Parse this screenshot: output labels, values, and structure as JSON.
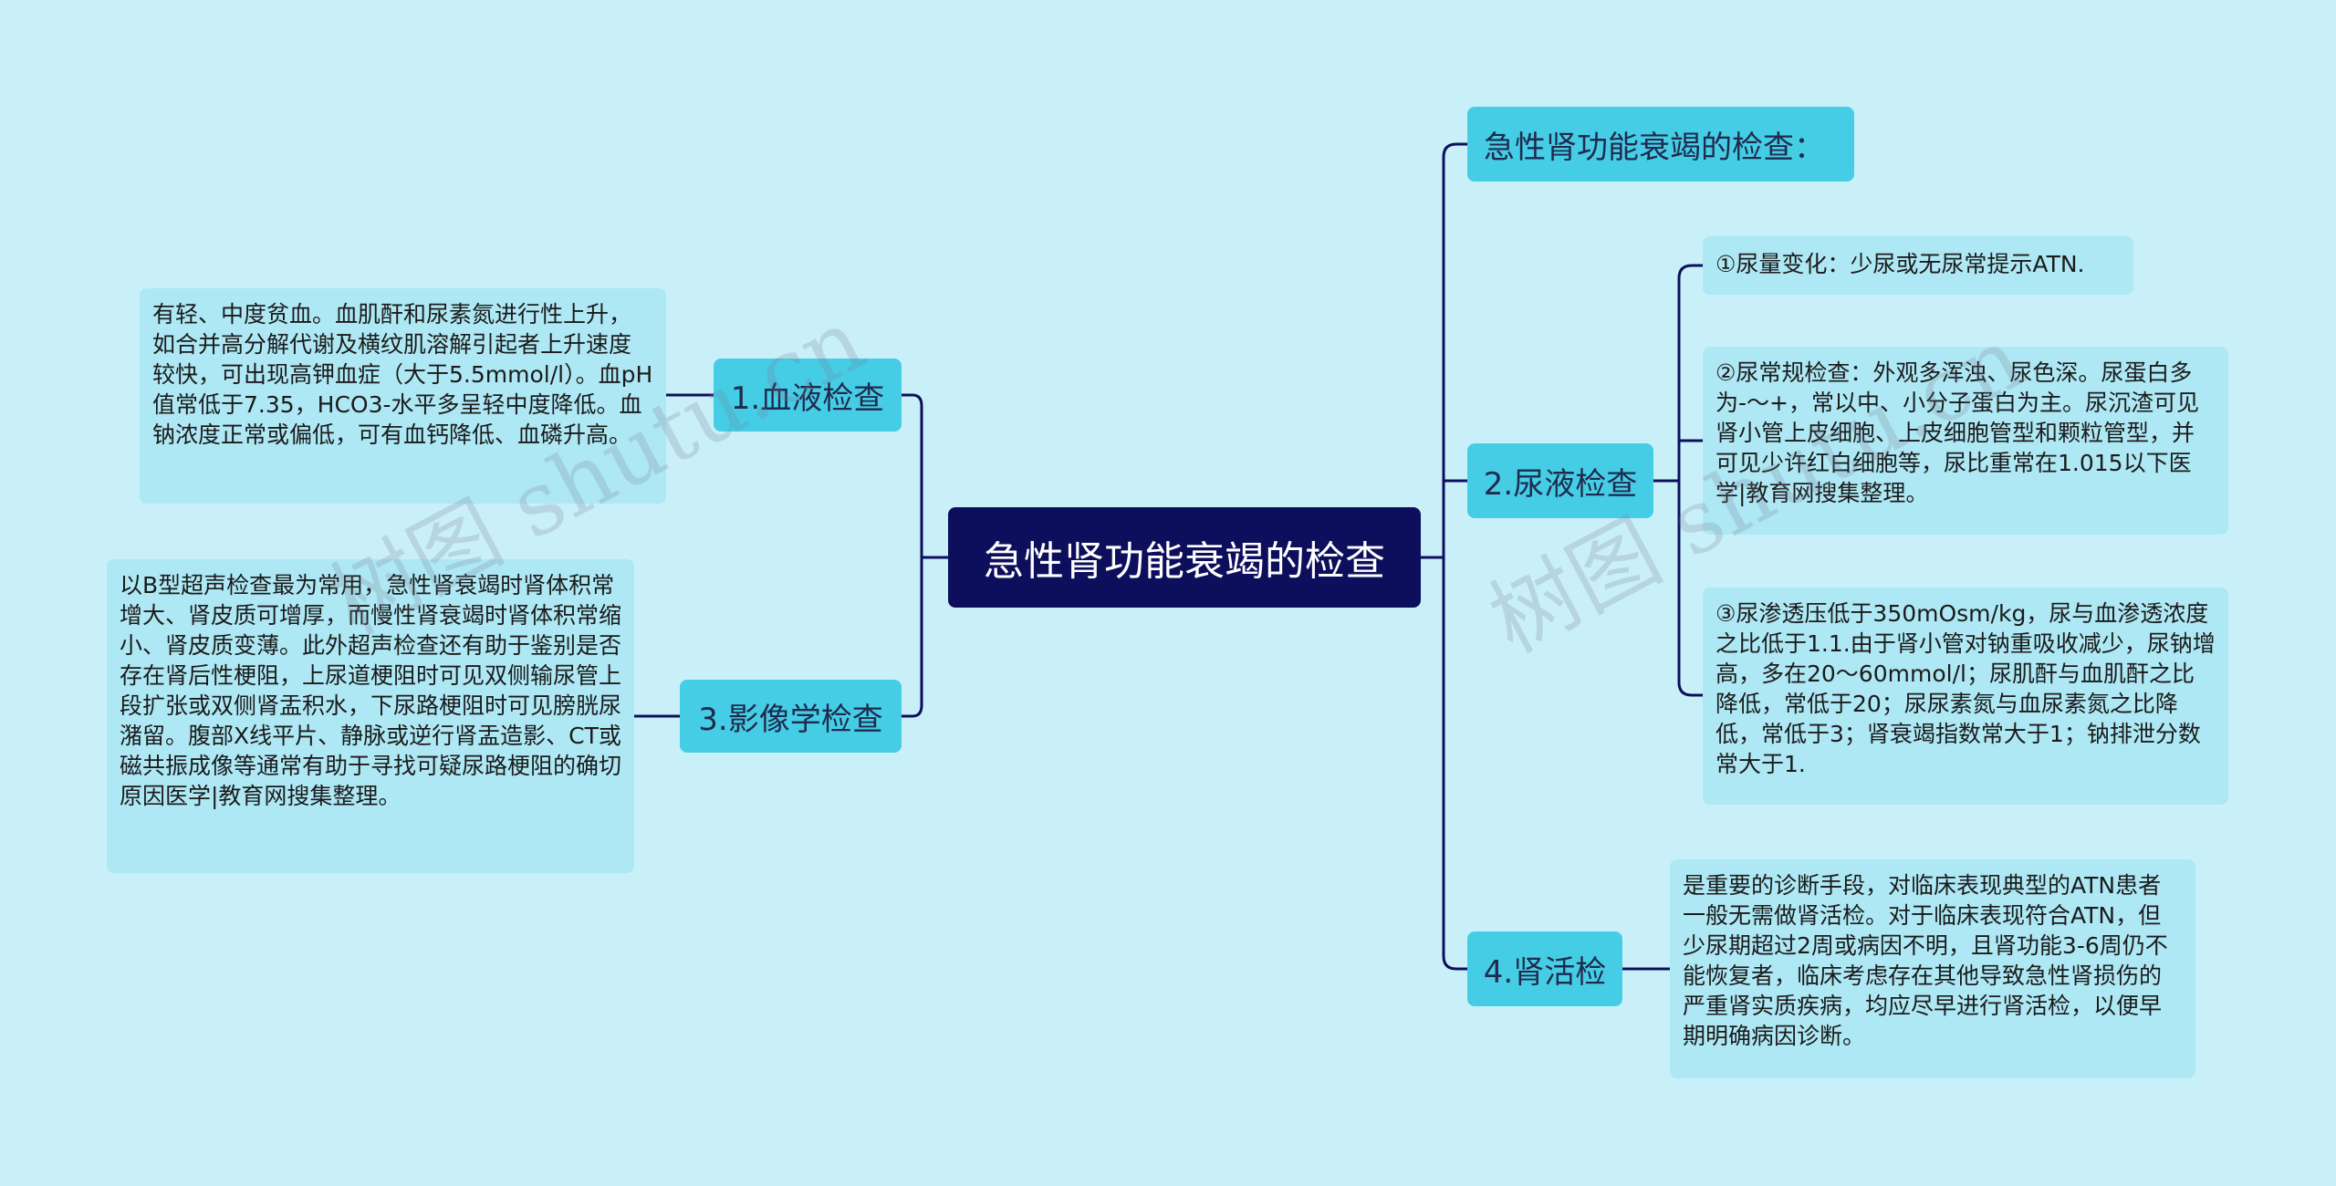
{
  "root": {
    "label": "急性肾功能衰竭的检查"
  },
  "header_branch": {
    "label": "急性肾功能衰竭的检查："
  },
  "branches": {
    "blood": {
      "label": "1.血液检查",
      "detail": "有轻、中度贫血。血肌酐和尿素氮进行性上升，如合并高分解代谢及横纹肌溶解引起者上升速度较快，可出现高钾血症（大于5.5mmol/l）。血pH值常低于7.35，HCO3-水平多呈轻中度降低。血钠浓度正常或偏低，可有血钙降低、血磷升高。"
    },
    "imaging": {
      "label": "3.影像学检查",
      "detail": "以B型超声检查最为常用，急性肾衰竭时肾体积常增大、肾皮质可增厚，而慢性肾衰竭时肾体积常缩小、肾皮质变薄。此外超声检查还有助于鉴别是否存在肾后性梗阻，上尿道梗阻时可见双侧输尿管上段扩张或双侧肾盂积水，下尿路梗阻时可见膀胱尿潴留。腹部X线平片、静脉或逆行肾盂造影、CT或磁共振成像等通常有助于寻找可疑尿路梗阻的确切原因医学|教育网搜集整理。"
    },
    "urine": {
      "label": "2.尿液检查",
      "items": [
        "①尿量变化：少尿或无尿常提示ATN.",
        "②尿常规检查：外观多浑浊、尿色深。尿蛋白多为-～+，常以中、小分子蛋白为主。尿沉渣可见肾小管上皮细胞、上皮细胞管型和颗粒管型，并可见少许红白细胞等，尿比重常在1.015以下医学|教育网搜集整理。",
        "③尿渗透压低于350mOsm/kg，尿与血渗透浓度之比低于1.1.由于肾小管对钠重吸收减少，尿钠增高，多在20～60mmol/l；尿肌酐与血肌酐之比降低，常低于20；尿尿素氮与血尿素氮之比降低，常低于3；肾衰竭指数常大于1；钠排泄分数常大于1."
      ]
    },
    "biopsy": {
      "label": "4.肾活检",
      "detail": "是重要的诊断手段，对临床表现典型的ATN患者一般无需做肾活检。对于临床表现符合ATN，但少尿期超过2周或病因不明，且肾功能3-6周仍不能恢复者，临床考虑存在其他导致急性肾损伤的严重肾实质疾病，均应尽早进行肾活检，以便早期明确病因诊断。"
    }
  },
  "watermarks": [
    "树图 shutu.cn",
    "树图 shutu.cn"
  ],
  "colors": {
    "background": "#c9f0f8",
    "root": "#0d0f5c",
    "branch": "#46cde6",
    "leaf": "#aee8f4",
    "line": "#0d0f5c"
  }
}
